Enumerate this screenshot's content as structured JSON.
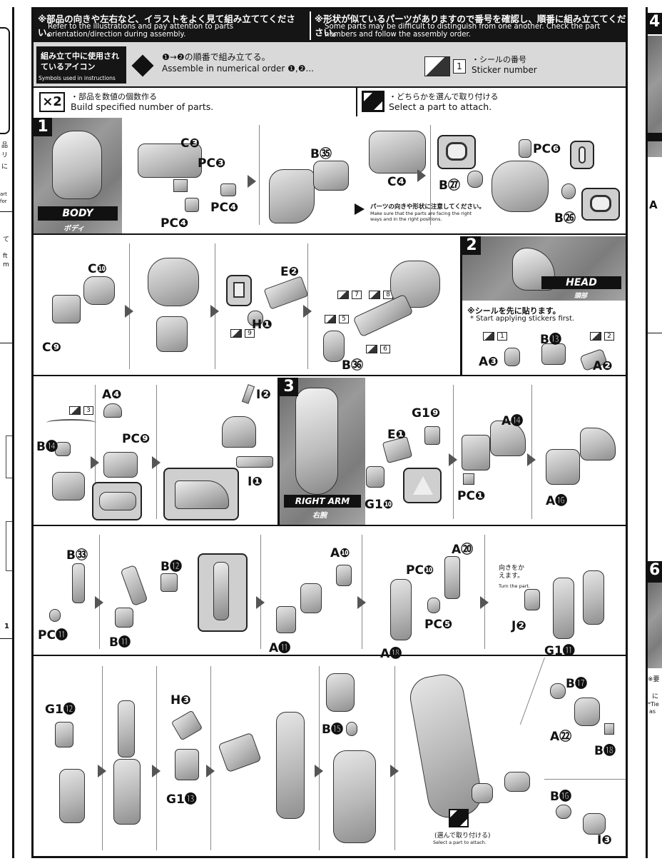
{
  "header": {
    "notice_left_jp": "※部品の向きや左右など、イラストをよく見て組み立ててください。",
    "notice_left_en": "Refer to the illustrations and pay attention to parts orientation/direction during assembly.",
    "notice_right_jp": "※形状が似ているパーツがありますので番号を確認し、順番に組み立ててください。",
    "notice_right_en": "Some parts may be difficult to distinguish from one another. Check the part numbers and follow the assembly order."
  },
  "legend": {
    "title_jp": "組み立て中に使用されているアイコン",
    "title_en": "Symbols used in instructions",
    "order_jp": "❶→❷の順番で組み立てる。",
    "order_en": "Assemble in numerical order ❶,❷...",
    "sticker_jp": "・シールの番号",
    "sticker_en": "Sticker number",
    "sticker_box": "1",
    "multiply_label": "×2",
    "multiply_jp": "・部品を数値の個数作る",
    "multiply_en": "Build specified number of parts.",
    "select_jp": "・どちらかを選んで取り付ける",
    "select_en": "Select a part to attach."
  },
  "steps": {
    "s1": {
      "num": "1",
      "badge_en": "BODY",
      "badge_jp": "ボディ",
      "parts_a": [
        "C❸",
        "PC❸",
        "PC❹",
        "PC❹"
      ],
      "parts_b": [
        "B㉟",
        "C❹"
      ],
      "caution_jp": "パーツの向きや形状に注意してください。",
      "caution_en": "Make sure that the parts are facing the right ways and in the right positions.",
      "parts_c": [
        "PC❻",
        "B㉗",
        "B㉖"
      ],
      "parts_d": [
        "C❿",
        "C❾"
      ],
      "parts_e": [
        "E❷",
        "H❶"
      ],
      "stickers_e": [
        "9"
      ],
      "stickers_f": [
        "7",
        "8",
        "5",
        "6"
      ],
      "parts_f": [
        "B㊱"
      ]
    },
    "s2": {
      "num": "2",
      "badge_en": "HEAD",
      "badge_jp": "頭部",
      "note_jp": "※シールを先に貼ります。",
      "note_en": "* Start applying stickers first.",
      "stickers": [
        "1",
        "2"
      ],
      "parts": [
        "B⓭",
        "A❸",
        "A❷"
      ],
      "parts_b": [
        "B⓮",
        "A❹",
        "PC❾",
        "I❷",
        "I❶"
      ],
      "stickers_b": [
        "3"
      ]
    },
    "s3": {
      "num": "3",
      "badge_en": "RIGHT ARM",
      "badge_jp": "右腕",
      "parts_a": [
        "E❶",
        "G1❾",
        "G1❿"
      ],
      "parts_b": [
        "A⓮",
        "PC❶",
        "A⓰"
      ],
      "parts_c": [
        "B㉝",
        "PC⓫",
        "B⓬",
        "B⓫"
      ],
      "parts_d": [
        "A❿",
        "A⓫"
      ],
      "parts_e": [
        "A⑳",
        "PC❿",
        "PC❺",
        "A⓲"
      ],
      "turn_jp": "向きをかえます。",
      "turn_en": "Turn the part.",
      "parts_f": [
        "J❷",
        "G1⓫"
      ],
      "parts_g": [
        "G1⓬",
        "H❸",
        "G1⓭",
        "B⓯"
      ],
      "select_jp": "(選んで取り付ける)",
      "select_en": "Select a part to attach.",
      "parts_h": [
        "B⓱",
        "A㉒",
        "B⓲",
        "B⓰",
        "I❸"
      ]
    }
  },
  "side_right": {
    "step4": "4",
    "step6": "6",
    "part_a": "A",
    "note": "※要",
    "note2": "に",
    "note3": "*Tie",
    "note4": "as"
  },
  "side_left": {
    "chars": [
      "品",
      "リ",
      "に",
      "art",
      "for",
      "て",
      "ft",
      "m",
      "1"
    ]
  }
}
